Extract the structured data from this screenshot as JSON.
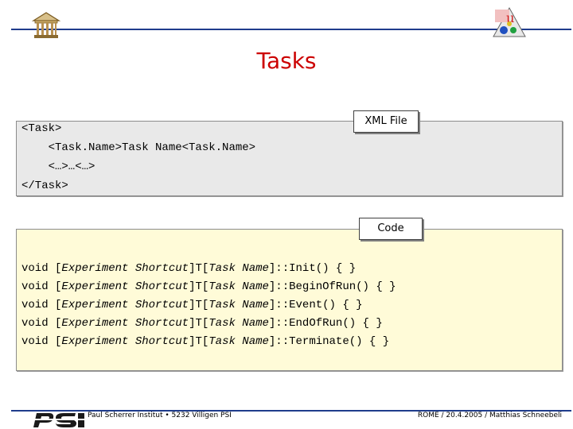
{
  "slide": {
    "title": "Tasks"
  },
  "xml_section": {
    "tag_label": "XML File",
    "lines": [
      "<Task>",
      "    <Task.Name>Task Name<Task.Name>",
      "    <…>…<…>",
      "</Task>"
    ]
  },
  "code_section": {
    "tag_label": "Code",
    "lines": [
      {
        "p1": "void [",
        "e1": "Experiment Shortcut",
        "p2": "]T[",
        "e2": "Task Name",
        "p3": "]::Init() { }"
      },
      {
        "p1": "void [",
        "e1": "Experiment Shortcut",
        "p2": "]T[",
        "e2": "Task Name",
        "p3": "]::BeginOfRun() { }"
      },
      {
        "p1": "void [",
        "e1": "Experiment Shortcut",
        "p2": "]T[",
        "e2": "Task Name",
        "p3": "]::Event() { }"
      },
      {
        "p1": "void [",
        "e1": "Experiment Shortcut",
        "p2": "]T[",
        "e2": "Task Name",
        "p3": "]::EndOfRun() { }"
      },
      {
        "p1": "void [",
        "e1": "Experiment Shortcut",
        "p2": "]T[",
        "e2": "Task Name",
        "p3": "]::Terminate() { }"
      }
    ]
  },
  "footer": {
    "institute": "Paul Scherrer Institut • 5232 Villigen PSI",
    "credit": "ROME / 20.4.2005 / Matthias Schneebeli"
  },
  "icons": {
    "left_logo": "institute-building-icon",
    "right_logo": "experiment-logo-icon",
    "bottom_logo": "psi-logo"
  },
  "colors": {
    "title": "#cc0000",
    "rule": "#1f3c8c",
    "xml_box_bg": "#e9e9e9",
    "code_box_bg": "#fffbd8"
  }
}
